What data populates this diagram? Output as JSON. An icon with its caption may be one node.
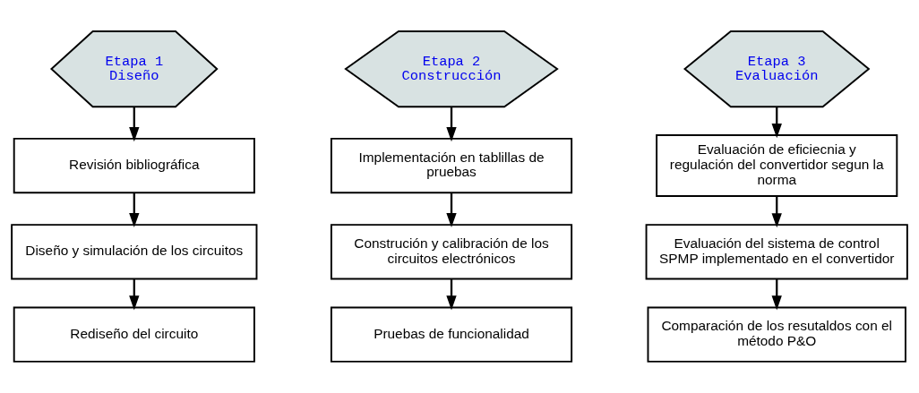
{
  "diagram": {
    "nodes": [
      {
        "text": [
          "Etapa 1",
          "Diseño"
        ]
      },
      {
        "text": [
          "Revisión bibliográfica"
        ]
      },
      {
        "text": [
          "Diseño y simulación de los circuitos"
        ]
      },
      {
        "text": [
          "Rediseño del circuito"
        ]
      },
      {
        "text": [
          "Etapa 2",
          "Construcción"
        ]
      },
      {
        "text": [
          "Implementación en tablillas de pruebas"
        ]
      },
      {
        "text": [
          "Construción y calibración de los circuitos electrónicos"
        ]
      },
      {
        "text": [
          "Pruebas de funcionalidad"
        ]
      },
      {
        "text": [
          "Etapa 3",
          "Evaluación"
        ]
      },
      {
        "text": [
          "Evaluación de eficiecnia y regulación del convertidor segun la norma"
        ]
      },
      {
        "text": [
          "Evaluación del sistema de control SPMP implementado en el convertidor"
        ]
      },
      {
        "text": [
          "Comparación de los resutaldos con el método P&O"
        ]
      }
    ],
    "edges": [
      {
        "from": 0,
        "to": 1,
        "arrow": "to"
      },
      {
        "from": 1,
        "to": 2,
        "arrow": "to"
      },
      {
        "from": 2,
        "to": 3,
        "arrow": "to"
      },
      {
        "from": 4,
        "to": 5,
        "arrow": "to"
      },
      {
        "from": 5,
        "to": 6,
        "arrow": "to"
      },
      {
        "from": 6,
        "to": 7,
        "arrow": "to"
      },
      {
        "from": 8,
        "to": 9,
        "arrow": "to"
      },
      {
        "from": 9,
        "to": 10,
        "arrow": "to"
      },
      {
        "from": 10,
        "to": 11,
        "arrow": "to"
      }
    ]
  }
}
